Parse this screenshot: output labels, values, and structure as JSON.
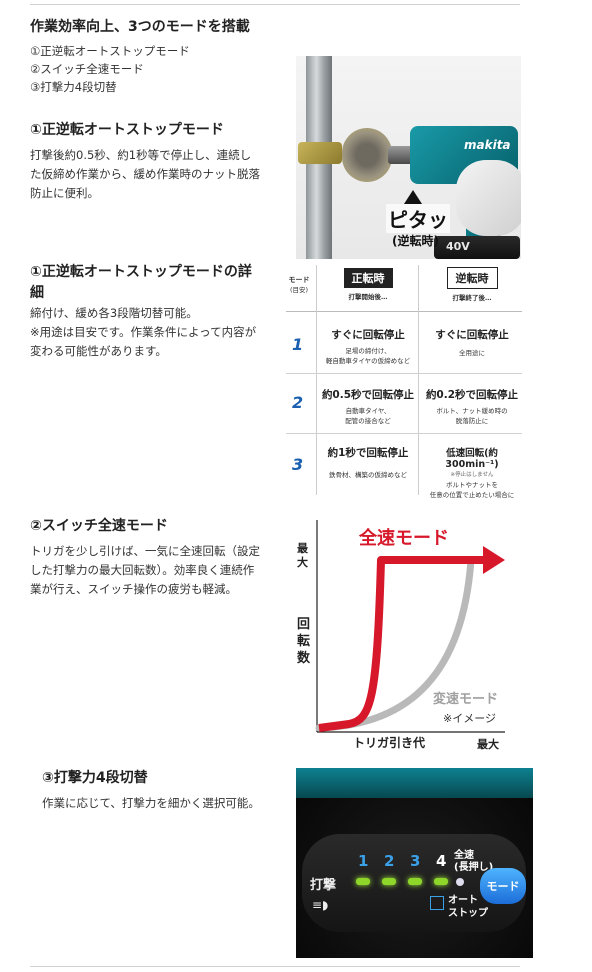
{
  "header": {
    "title": "作業効率向上、3つのモードを搭載",
    "modes": [
      "①正逆転オートストップモード",
      "②スイッチ全速モード",
      "③打撃力4段切替"
    ]
  },
  "sec1": {
    "title": "①正逆転オートストップモード",
    "body": [
      "打撃後約0.5秒、約1秒等で停止し、連続し",
      "た仮締め作業から、緩め作業時のナット脱落",
      "防止に便利。"
    ],
    "photo_caption": "ピタッ",
    "photo_caption_sub": "(逆転時)",
    "brand": "makita",
    "battery_label": "40V"
  },
  "sec2": {
    "title_line1": "①正逆転オートストップモードの詳",
    "title_line2": "細",
    "body": [
      "締付け、緩め各3段階切替可能。",
      "※用途は目安です。作業条件によって内容が",
      "変わる可能性があります。"
    ],
    "table": {
      "mode_label": "モード",
      "mode_sub": "(目安)",
      "col_forward": "正転時",
      "col_forward_sub": "打撃開始後…",
      "col_reverse": "逆転時",
      "col_reverse_sub": "打撃終了後…",
      "rows": [
        {
          "num": "1",
          "fwd": "すぐに回転停止",
          "fwd_note": [
            "足場の締付け、",
            "軽自動車タイヤの仮締めなど"
          ],
          "rev": "すぐに回転停止",
          "rev_note": [
            "全用途に"
          ],
          "rev_extra": ""
        },
        {
          "num": "2",
          "fwd": "約0.5秒で回転停止",
          "fwd_note": [
            "自動車タイヤ、",
            "配管の接合など"
          ],
          "rev": "約0.2秒で回転停止",
          "rev_note": [
            "ボルト、ナット緩め時の",
            "脱落防止に"
          ],
          "rev_extra": ""
        },
        {
          "num": "3",
          "fwd": "約1秒で回転停止",
          "fwd_note": [
            "鉄骨材、構築の仮締めなど"
          ],
          "rev": "低速回転(約300min⁻¹)",
          "rev_note": [
            "ボルトやナットを",
            "任意の位置で止めたい場合に"
          ],
          "rev_extra": "※停止はしません"
        }
      ]
    }
  },
  "sec3": {
    "title": "②スイッチ全速モード",
    "body": [
      "トリガを少し引けば、一気に全速回転（設定",
      "した打撃力の最大回転数）。効率良く連続作",
      "業が行え、スイッチ操作の疲労も軽減。"
    ],
    "chart": {
      "label_full": "全速モード",
      "label_var": "変速モード",
      "note": "※イメージ",
      "y_top": "最大",
      "y_label": [
        "回",
        "転",
        "数"
      ],
      "x_label": "トリガ引き代",
      "x_right": "最大",
      "color_full": "#d7182a",
      "color_var": "#b9b9b9"
    }
  },
  "sec4": {
    "title": "③打撃力4段切替",
    "body": [
      "作業に応じて、打撃力を細かく選択可能。"
    ],
    "panel": {
      "left_label": "打撃",
      "levels": [
        "1",
        "2",
        "3",
        "4"
      ],
      "full_speed": [
        "全速",
        "(長押し)"
      ],
      "auto_stop": [
        "オート",
        "ストップ"
      ],
      "mode_button": "モード",
      "led_color": "#8fd62a",
      "num_color": "#3aa0e8"
    }
  }
}
